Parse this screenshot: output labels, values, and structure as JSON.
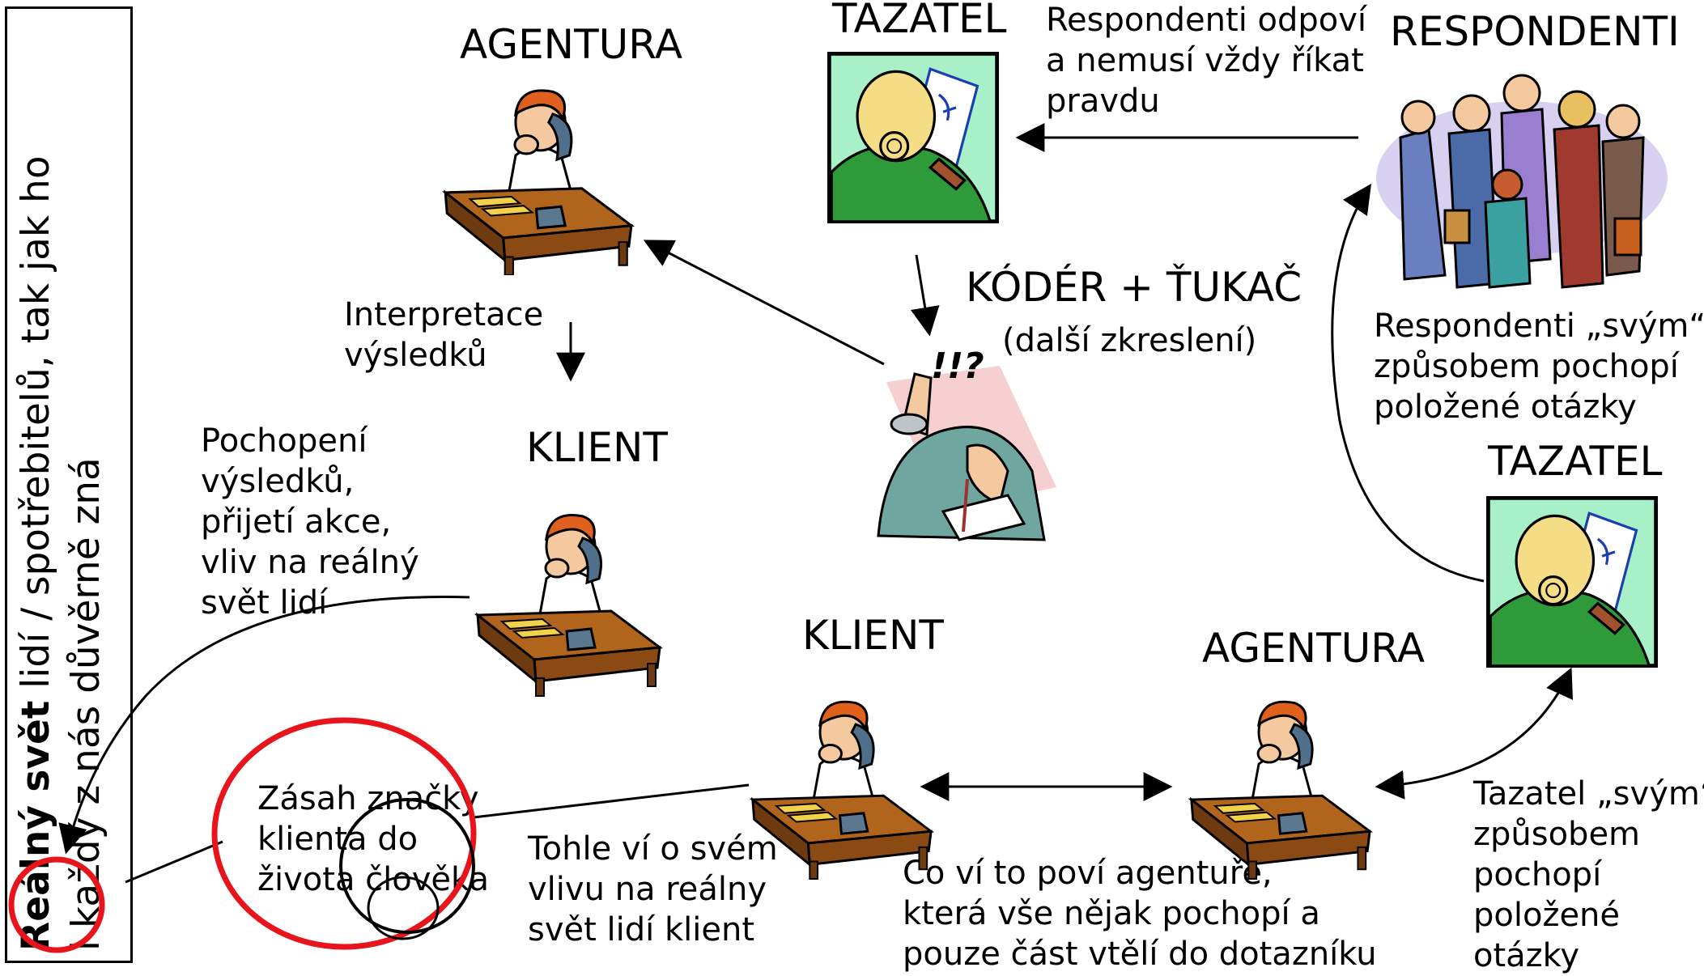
{
  "sidebar": {
    "bold": "Reálný svět",
    "line1_rest": " lidí / spotřebitelů, tak jak ho",
    "line2": "i každý z nás důvěrně zná"
  },
  "titles": {
    "agentura_top": "AGENTURA",
    "tazatel_top": "TAZATEL",
    "respondenti": "RESPONDENTI",
    "koder": "KÓDÉR + ŤUKAČ",
    "koder_sub": "(další zkreslení)",
    "klient_mid": "KLIENT",
    "tazatel_right": "TAZATEL",
    "klient_bottom": "KLIENT",
    "agentura_bottom": "AGENTURA"
  },
  "captions": {
    "respondenti_odpovi": [
      "Respondenti odpoví",
      "a nemusí vždy říkat",
      "pravdu"
    ],
    "interpretace": [
      "Interpretace",
      "výsledků"
    ],
    "pochopeni": [
      "Pochopení",
      "výsledků,",
      "přijetí akce,",
      "vliv na reálný",
      "svět lidí"
    ],
    "respondenti_pochopi": [
      "Respondenti „svým“",
      "způsobem pochopí",
      "položené otázky"
    ],
    "zasah": [
      "Zásah značky",
      "klienta do",
      "života člověka"
    ],
    "tohle": [
      "Tohle ví o svém",
      "vlivu na reálny",
      "svět lidí klient"
    ],
    "co_vi": [
      "Co ví to poví agentuře,",
      "která vše nějak pochopí a",
      "pouze část vtělí do dotazníku"
    ],
    "tazatel_pochopi": [
      "Tazatel „svým“",
      "způsobem",
      "pochopí",
      "položené",
      "otázky"
    ]
  },
  "colors": {
    "red_circle": "#e8141b",
    "frame_green": "#a8f0c8",
    "desk_brown": "#8b4a14",
    "shirt_green": "#2e9a3a"
  }
}
